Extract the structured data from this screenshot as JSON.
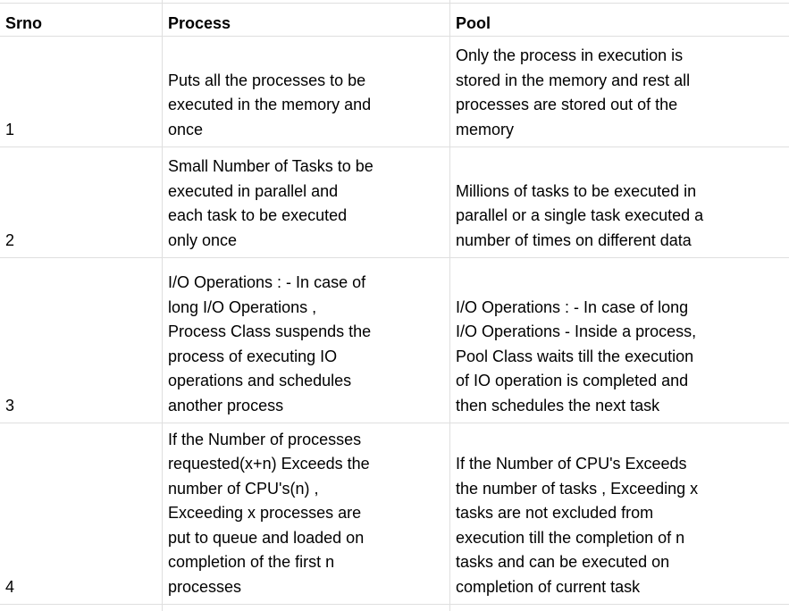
{
  "table": {
    "header": {
      "srno": "Srno",
      "process": "Process",
      "pool": "Pool"
    },
    "rows": [
      {
        "srno": "1",
        "process": "Puts all the processes to be\nexecuted in the memory and\nonce",
        "pool": "Only the process in execution is\nstored in the memory and rest all\nprocesses are stored out of the\nmemory"
      },
      {
        "srno": "2",
        "process": "Small Number of Tasks to be\nexecuted in parallel and\neach task to be executed\nonly once",
        "pool": "Millions of tasks to be executed in\nparallel or a single task executed a\nnumber of times on different data"
      },
      {
        "srno": "3",
        "process": "I/O Operations : - In case of\nlong I/O Operations ,\nProcess Class suspends the\nprocess of executing IO\noperations and schedules\nanother process",
        "pool": "I/O Operations : - In case of long\nI/O Operations - Inside a process,\nPool Class waits till the  execution\nof IO operation is completed and\nthen schedules the next task"
      },
      {
        "srno": "4",
        "process": "If the Number of processes\nrequested(x+n) Exceeds the\nnumber of CPU's(n) ,\nExceeding x processes are\nput to queue and loaded on\ncompletion of the first n\nprocesses",
        "pool": "If the Number of CPU's Exceeds\nthe number of tasks , Exceeding x\ntasks are not excluded from\nexecution till the completion of n\ntasks and can be executed on\ncompletion of current task"
      }
    ]
  },
  "colors": {
    "grid": "#dfdfdf",
    "text": "#000000",
    "background": "#ffffff"
  }
}
